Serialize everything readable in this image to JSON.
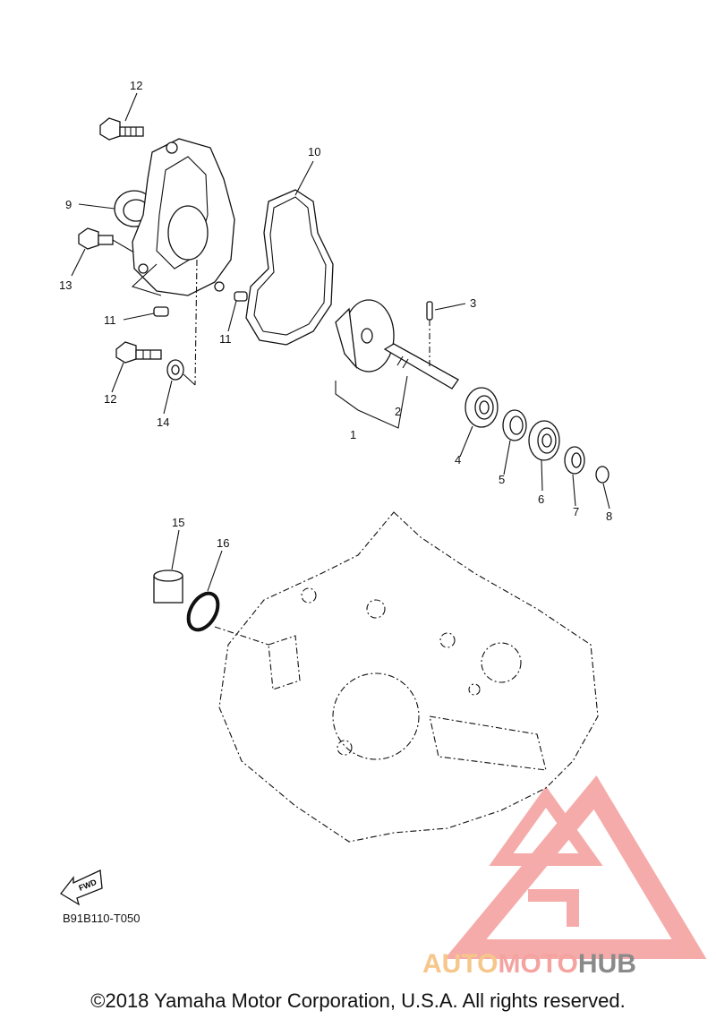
{
  "callouts": {
    "c1": "1",
    "c2": "2",
    "c3": "3",
    "c4": "4",
    "c5": "5",
    "c6": "6",
    "c7": "7",
    "c8": "8",
    "c9": "9",
    "c10": "10",
    "c11a": "11",
    "c11b": "11",
    "c12a": "12",
    "c12b": "12",
    "c13": "13",
    "c14": "14",
    "c15": "15",
    "c16": "16"
  },
  "fwd_label": "FWD",
  "diagram_code": "B91B110-T050",
  "watermark": {
    "text_a": "AUTO",
    "text_b": "MOTO",
    "text_c": "HUB",
    "color_a": "#f6c68a",
    "color_b": "#f4a3a0",
    "color_c": "#8a8a8a"
  },
  "copyright": "©2018 Yamaha Motor Corporation, U.S.A. All rights reserved."
}
